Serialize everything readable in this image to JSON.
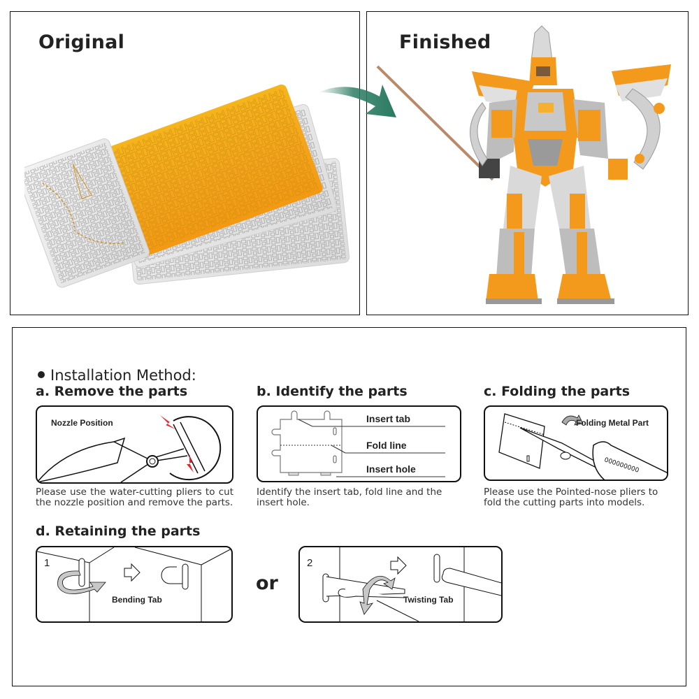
{
  "panels": {
    "original": {
      "title": "Original"
    },
    "finished": {
      "title": "Finished"
    }
  },
  "installation": {
    "heading": "Installation Method:",
    "steps": {
      "a": {
        "title": "a. Remove the parts",
        "label": "Nozzle Position",
        "description": "Please use the water-cutting pliers to cut the nozzle position and remove the parts."
      },
      "b": {
        "title": "b. Identify the parts",
        "labels": [
          "Insert tab",
          "Fold line",
          "Insert hole"
        ],
        "description": "Identify the insert tab, fold line and the insert hole."
      },
      "c": {
        "title": "c. Folding the parts",
        "label": "Folding Metal Part",
        "description": "Please use the Pointed-nose pliers to fold the cutting parts into models."
      },
      "d": {
        "title": "d. Retaining the parts",
        "option1": {
          "number": "1",
          "label": "Bending Tab"
        },
        "separator": "or",
        "option2": {
          "number": "2",
          "label": "Twisting Tab"
        }
      }
    }
  },
  "colors": {
    "orange": "#f5a31a",
    "arrow_green": "#2e7d64",
    "red_mark": "#e8222b",
    "line": "#111111"
  }
}
